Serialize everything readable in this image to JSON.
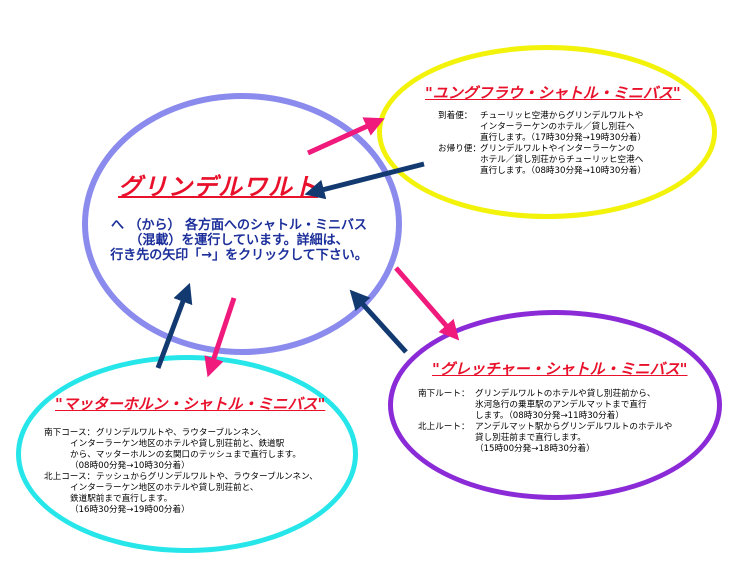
{
  "center": {
    "title": "グリンデルワルト",
    "lines": [
      "へ （から） 各方面へのシャトル・ミニバス",
      "（混載）を運行しています。詳細は、",
      "行き先の矢印「→」をクリックして下さい。"
    ]
  },
  "jungfrau": {
    "title": "\"ユングフラウ・シャトル・ミニバス\"",
    "routes": [
      {
        "label": "到着便：",
        "lines": [
          "チューリッヒ空港からグリンデルワルトや",
          "インターラーケンのホテル／貸し別荘へ",
          "直行します。（17時30分発→19時30分着）"
        ]
      },
      {
        "label": "お帰り便：",
        "lines": [
          "グリンデルワルトやインターラーケンの",
          "ホテル／貸し別荘からチューリッヒ空港へ",
          "直行します。（08時30分発→10時30分着）"
        ]
      }
    ]
  },
  "matterhorn": {
    "title": "\"マッターホルン・シャトル・ミニバス\"",
    "routes": [
      {
        "label": "南下コース：",
        "lines": [
          "グリンデルワルトや、ラウターブルンネン、",
          "インターラーケン地区のホテルや貸し別荘前と、鉄道駅",
          "から、マッターホルンの玄関口のテッシュまで直行します。",
          "（08時00分発→10時30分着）"
        ]
      },
      {
        "label": "北上コース：",
        "lines": [
          "テッシュからグリンデルワルトや、ラウターブルンネン、",
          "インターラーケン地区のホテルや貸し別荘前と、",
          "鉄道駅前まで直行します。",
          "（16時30分発→19時00分着）"
        ]
      }
    ]
  },
  "gletscher": {
    "title": "\"グレッチャー・シャトル・ミニバス\"",
    "routes": [
      {
        "label": "南下ルート：",
        "lines": [
          "グリンデルワルトのホテルや貸し別荘前から、",
          "氷河急行の乗車駅のアンデルマットまで直行",
          "します。（08時30分発→11時30分着）"
        ]
      },
      {
        "label": "北上ルート：",
        "lines": [
          "アンデルマット駅からグリンデルワルトのホテルや",
          "貸し別荘前まで直行します。",
          "（15時00分発→18時30分着）"
        ]
      }
    ]
  },
  "colors": {
    "title_red": "#e8102a",
    "text_blue": "#1c2f9a",
    "arrow_pink": "#f01a7c",
    "arrow_navy": "#123a70",
    "center_ellipse": "#8b8bee",
    "jungfrau_ellipse": "#f2f20a",
    "matterhorn_ellipse": "#27e6ea",
    "gletscher_ellipse": "#8b2bd8"
  }
}
